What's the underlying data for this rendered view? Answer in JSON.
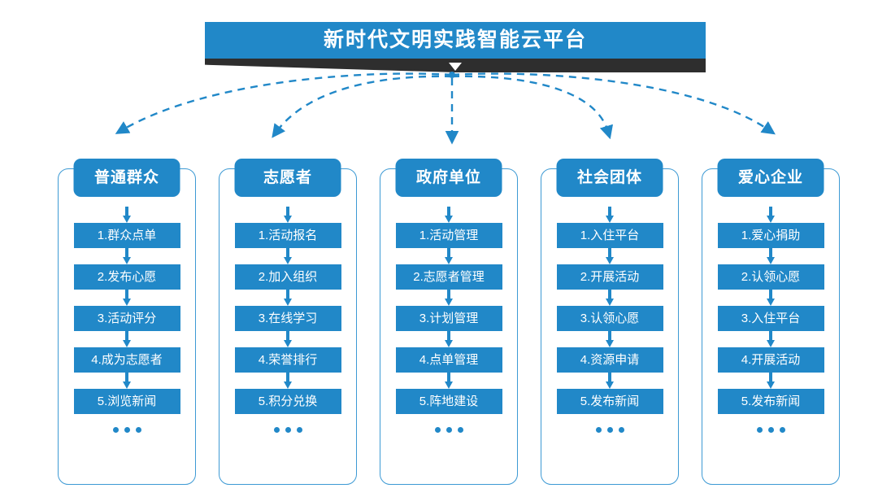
{
  "banner": {
    "title": "新时代文明实践智能云平台",
    "chevron_icon": "chevron-down-icon",
    "color": "#2188c8",
    "shadow_color": "#2e2e2e"
  },
  "theme": {
    "primary": "#2188c8",
    "outline": "#3d9ad4",
    "text_on_primary": "#ffffff",
    "background": "#ffffff"
  },
  "connector": {
    "style": "dashed-curved-arrow",
    "color": "#2188c8",
    "count": 5
  },
  "ellipsis_label": "...",
  "columns": [
    {
      "header": "普通群众",
      "items": [
        "1.群众点单",
        "2.发布心愿",
        "3.活动评分",
        "4.成为志愿者",
        "5.浏览新闻"
      ]
    },
    {
      "header": "志愿者",
      "items": [
        "1.活动报名",
        "2.加入组织",
        "3.在线学习",
        "4.荣誉排行",
        "5.积分兑换"
      ]
    },
    {
      "header": "政府单位",
      "items": [
        "1.活动管理",
        "2.志愿者管理",
        "3.计划管理",
        "4.点单管理",
        "5.阵地建设"
      ]
    },
    {
      "header": "社会团体",
      "items": [
        "1.入住平台",
        "2.开展活动",
        "3.认领心愿",
        "4.资源申请",
        "5.发布新闻"
      ]
    },
    {
      "header": "爱心企业",
      "items": [
        "1.爱心捐助",
        "2.认领心愿",
        "3.入住平台",
        "4.开展活动",
        "5.发布新闻"
      ]
    }
  ]
}
